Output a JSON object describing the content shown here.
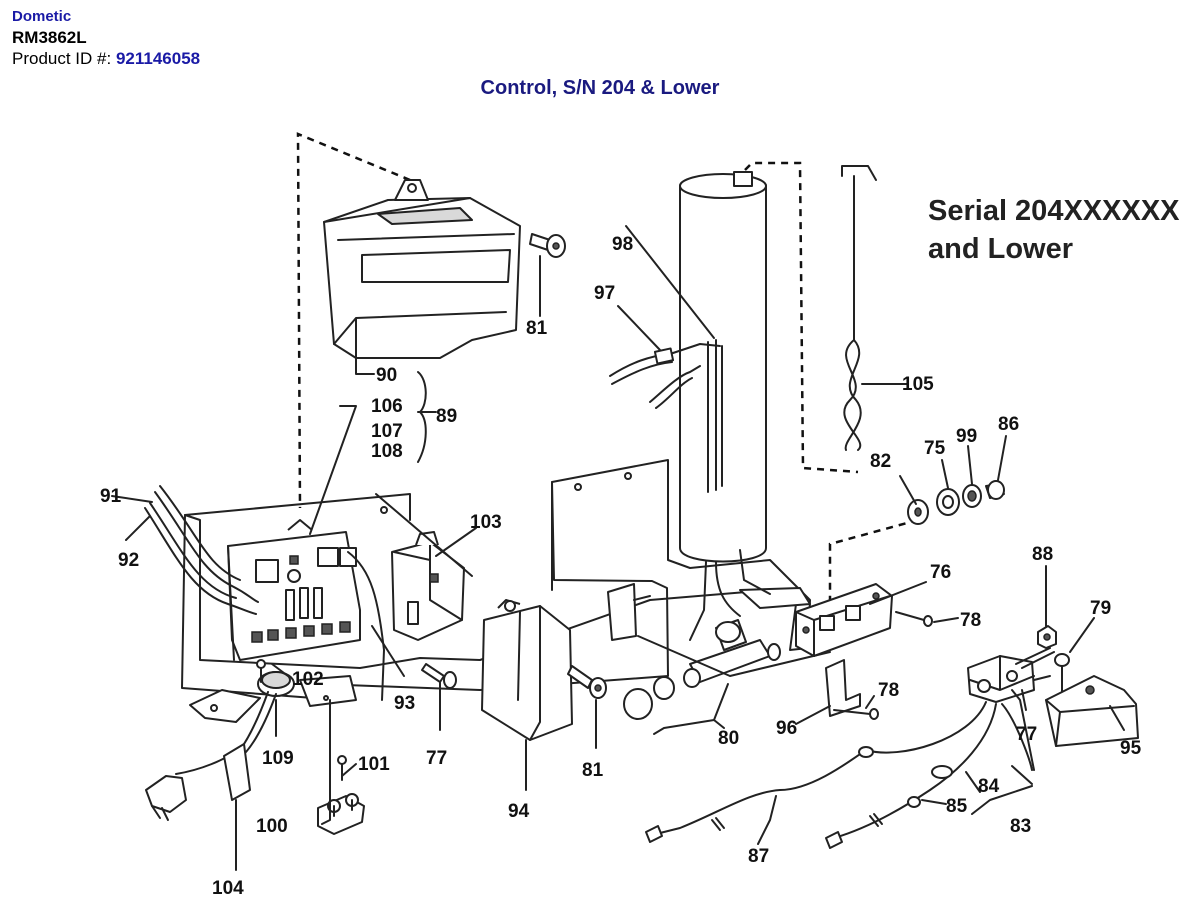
{
  "header": {
    "brand": "Dometic",
    "model": "RM3862L",
    "product_id_label": "Product ID #:",
    "product_id": "921146058"
  },
  "title": "Control, S/N 204 & Lower",
  "serial_note": {
    "line1": "Serial 204XXXXXX",
    "line2": "and Lower"
  },
  "callouts": {
    "c75": "75",
    "c76": "76",
    "c77a": "77",
    "c77b": "77",
    "c78a": "78",
    "c78b": "78",
    "c79": "79",
    "c80": "80",
    "c81a": "81",
    "c81b": "81",
    "c82": "82",
    "c83": "83",
    "c84": "84",
    "c85": "85",
    "c86": "86",
    "c87": "87",
    "c88": "88",
    "c89": "89",
    "c90": "90",
    "c91": "91",
    "c92": "92",
    "c93": "93",
    "c94": "94",
    "c95": "95",
    "c96": "96",
    "c97": "97",
    "c98": "98",
    "c99": "99",
    "c100": "100",
    "c101": "101",
    "c102": "102",
    "c103": "103",
    "c104": "104",
    "c105": "105",
    "c106": "106",
    "c107": "107",
    "c108": "108",
    "c109": "109"
  }
}
